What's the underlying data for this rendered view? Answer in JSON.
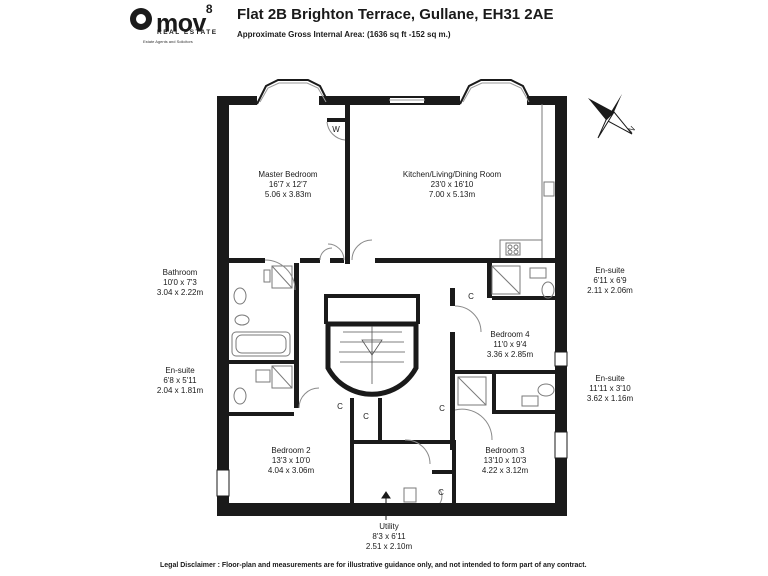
{
  "brand": {
    "name": "mov",
    "superscript": "8",
    "subline": "REAL ESTATE",
    "tagline": "Estate Agents and Solicitors"
  },
  "header": {
    "title": "Flat 2B Brighton Terrace, Gullane, EH31 2AE",
    "area": "Approximate Gross Internal Area: (1636 sq ft -152 sq m.)"
  },
  "rooms": {
    "master_bedroom": {
      "name": "Master Bedroom",
      "imperial": "16'7 x 12'7",
      "metric": "5.06 x 3.83m"
    },
    "kitchen": {
      "name": "Kitchen/Living/Dining Room",
      "imperial": "23'0 x 16'10",
      "metric": "7.00 x 5.13m"
    },
    "bathroom": {
      "name": "Bathroom",
      "imperial": "10'0 x 7'3",
      "metric": "3.04 x 2.22m"
    },
    "ensuite_left": {
      "name": "En-suite",
      "imperial": "6'8 x 5'11",
      "metric": "2.04 x 1.81m"
    },
    "ensuite_right_top": {
      "name": "En-suite",
      "imperial": "6'11 x 6'9",
      "metric": "2.11 x 2.06m"
    },
    "bedroom_4": {
      "name": "Bedroom 4",
      "imperial": "11'0 x 9'4",
      "metric": "3.36 x 2.85m"
    },
    "ensuite_right_bottom": {
      "name": "En-suite",
      "imperial": "11'11 x 3'10",
      "metric": "3.62 x 1.16m"
    },
    "bedroom_2": {
      "name": "Bedroom 2",
      "imperial": "13'3 x 10'0",
      "metric": "4.04 x 3.06m"
    },
    "bedroom_3": {
      "name": "Bedroom 3",
      "imperial": "13'10 x 10'3",
      "metric": "4.22 x 3.12m"
    },
    "utility": {
      "name": "Utility",
      "imperial": "8'3 x 6'11",
      "metric": "2.51 x 2.10m"
    }
  },
  "markers": {
    "wardrobe": "W",
    "cupboard": "C"
  },
  "compass": {
    "north": "N"
  },
  "footer": {
    "disclaimer_label": "Legal Disclaimer :",
    "disclaimer_text": "Floor-plan and measurements are for illustrative guidance only, and not intended to form part of any contract."
  }
}
